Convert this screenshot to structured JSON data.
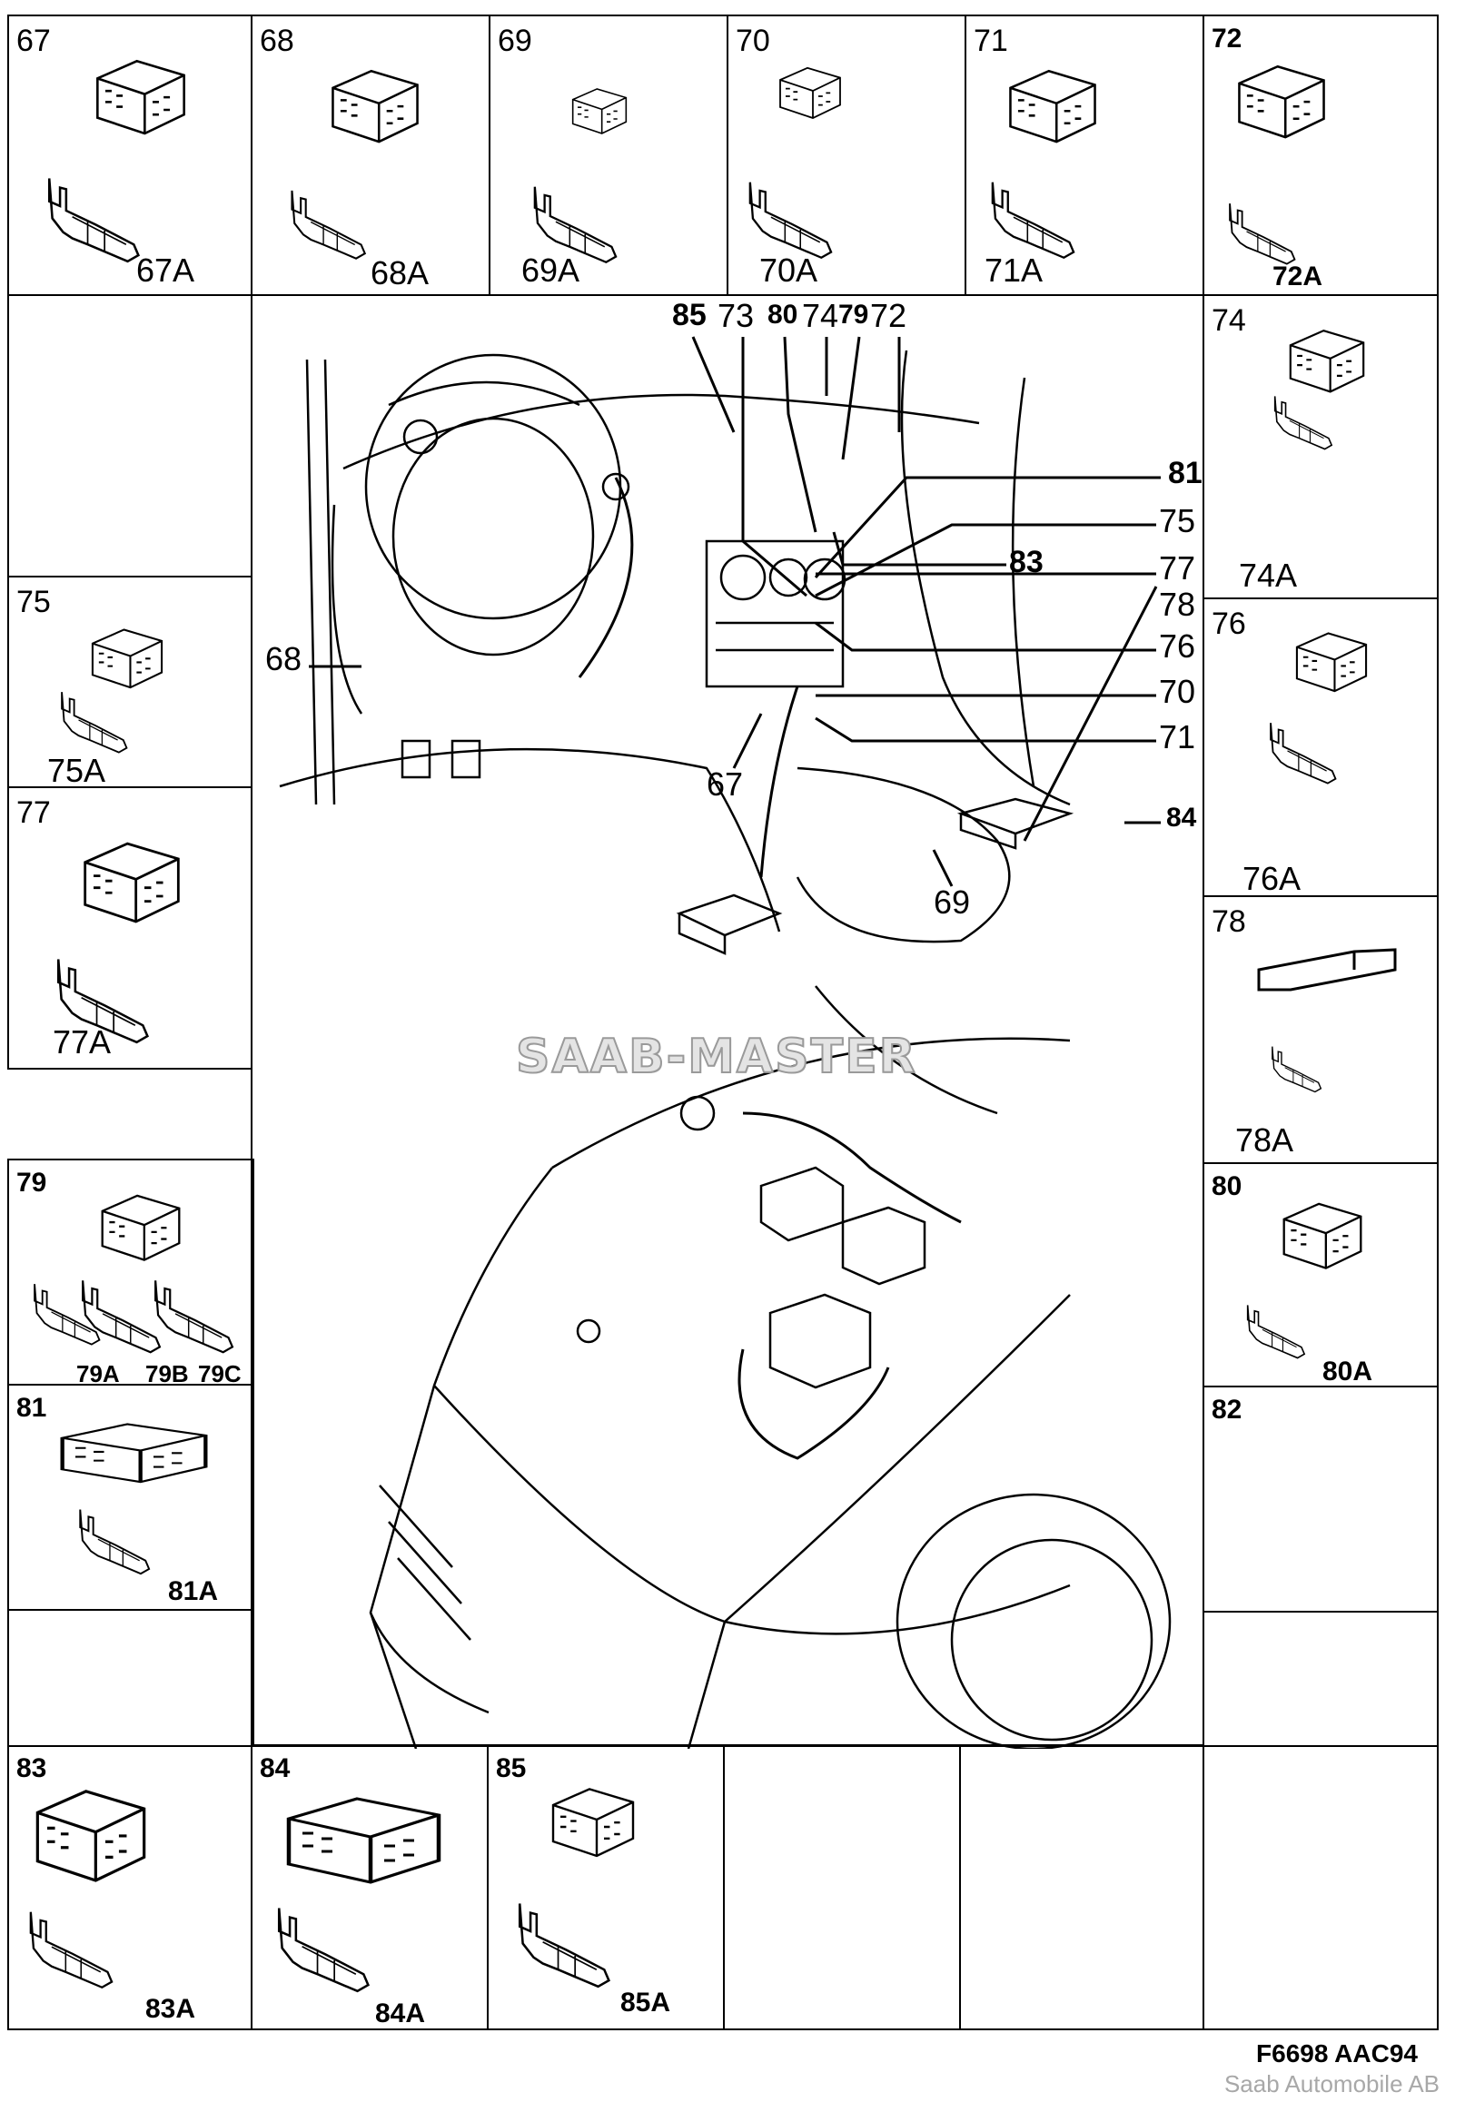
{
  "document": {
    "type": "Connector reference chart",
    "watermark": "SAAB-MASTER",
    "figure_code": "F6698 AAC94",
    "publisher": "Saab Automobile AB"
  },
  "connectors": [
    {
      "id": "67",
      "terminal": "67A"
    },
    {
      "id": "68",
      "terminal": "68A"
    },
    {
      "id": "69",
      "terminal": "69A"
    },
    {
      "id": "70",
      "terminal": "70A"
    },
    {
      "id": "71",
      "terminal": "71A"
    },
    {
      "id": "72",
      "terminal": "72A"
    },
    {
      "id": "74",
      "terminal": "74A"
    },
    {
      "id": "75",
      "terminal": "75A"
    },
    {
      "id": "76",
      "terminal": "76A"
    },
    {
      "id": "77",
      "terminal": "77A"
    },
    {
      "id": "78",
      "terminal": "78A"
    },
    {
      "id": "79",
      "terminals": [
        "79A",
        "79B",
        "79C"
      ]
    },
    {
      "id": "80",
      "terminal": "80A"
    },
    {
      "id": "81",
      "terminal": "81A"
    },
    {
      "id": "82",
      "terminal": ""
    },
    {
      "id": "83",
      "terminal": "83A"
    },
    {
      "id": "84",
      "terminal": "84A"
    },
    {
      "id": "85",
      "terminal": "85A"
    }
  ],
  "cells": {
    "c67": {
      "num": "67",
      "sub": "67A"
    },
    "c68": {
      "num": "68",
      "sub": "68A"
    },
    "c69": {
      "num": "69",
      "sub": "69A"
    },
    "c70": {
      "num": "70",
      "sub": "70A"
    },
    "c71": {
      "num": "71",
      "sub": "71A"
    },
    "c72": {
      "num": "72",
      "sub": "72A"
    },
    "c74": {
      "num": "74",
      "sub": "74A"
    },
    "c75": {
      "num": "75",
      "sub": "75A"
    },
    "c76": {
      "num": "76",
      "sub": "76A"
    },
    "c77": {
      "num": "77",
      "sub": "77A"
    },
    "c78": {
      "num": "78",
      "sub": "78A"
    },
    "c79": {
      "num": "79",
      "subA": "79A",
      "subB": "79B",
      "subC": "79C"
    },
    "c80": {
      "num": "80",
      "sub": "80A"
    },
    "c81": {
      "num": "81",
      "sub": "81A"
    },
    "c82": {
      "num": "82"
    },
    "c83": {
      "num": "83",
      "sub": "83A"
    },
    "c84": {
      "num": "84",
      "sub": "84A"
    },
    "c85": {
      "num": "85",
      "sub": "85A"
    }
  },
  "callouts": {
    "top": [
      "85",
      "73",
      "80",
      "74",
      "79",
      "72"
    ],
    "right": [
      "81",
      "75",
      "83",
      "77",
      "78",
      "76",
      "70",
      "71",
      "84"
    ],
    "left": [
      "68"
    ],
    "bottom": [
      "67",
      "69"
    ]
  }
}
